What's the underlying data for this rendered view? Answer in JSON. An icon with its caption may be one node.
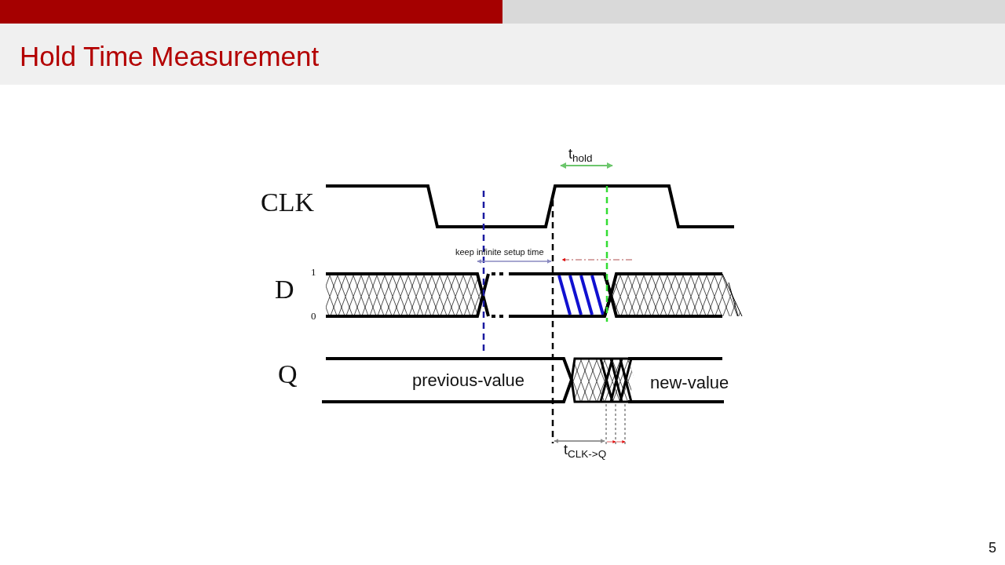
{
  "diagram": {
    "title": "Hold Time Measurement",
    "labels": [
      "t$_{hold}$",
      "CLK",
      "keep infinite setup time",
      "1",
      "D",
      "0",
      "Q",
      "previous-value",
      "new-value",
      "t$_{CLK->Q}$",
      "5"
    ]
  }
}
